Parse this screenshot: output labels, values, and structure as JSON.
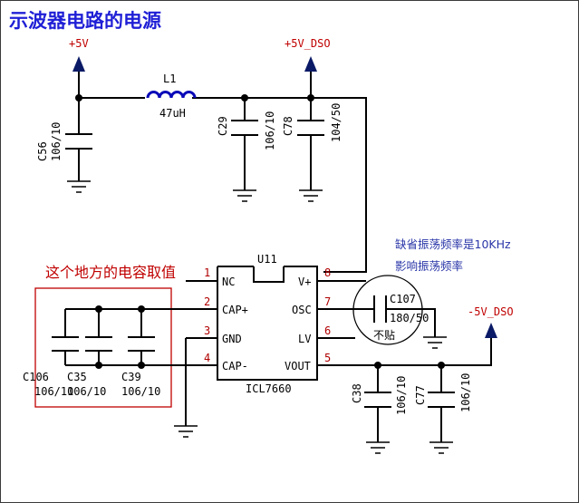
{
  "title": "示波器电路的电源",
  "notes": {
    "default_freq_line1": "缺省振荡频率是10KHz",
    "default_freq_line2": "影响振荡频率",
    "cap_note": "这个地方的电容取值"
  },
  "power": {
    "vcc_in": "+5V",
    "vcc_dso": "+5V_DSO",
    "vneg_dso": "-5V_DSO"
  },
  "inductor": {
    "ref": "L1",
    "value": "47uH"
  },
  "capacitors": {
    "c56": {
      "ref": "C56",
      "value": "106/10"
    },
    "c29": {
      "ref": "C29",
      "value": "106/10"
    },
    "c78": {
      "ref": "C78",
      "value": "104/50"
    },
    "c107": {
      "ref": "C107",
      "value": "180/50",
      "note": "不贴"
    },
    "c38": {
      "ref": "C38",
      "value": "106/10"
    },
    "c77": {
      "ref": "C77",
      "value": "106/10"
    },
    "c106": {
      "ref": "C106",
      "value": "106/10"
    },
    "c35": {
      "ref": "C35",
      "value": "106/10"
    },
    "c39": {
      "ref": "C39",
      "value": "106/10"
    }
  },
  "ic": {
    "ref": "U11",
    "part": "ICL7660",
    "pins": [
      {
        "num": "1",
        "name": "NC"
      },
      {
        "num": "2",
        "name": "CAP+"
      },
      {
        "num": "3",
        "name": "GND"
      },
      {
        "num": "4",
        "name": "CAP-"
      },
      {
        "num": "8",
        "name": "V+"
      },
      {
        "num": "7",
        "name": "OSC"
      },
      {
        "num": "6",
        "name": "LV"
      },
      {
        "num": "5",
        "name": "VOUT"
      }
    ]
  },
  "colors": {
    "title": "#1f1fd6",
    "pin_numbers": "#b00000",
    "net_labels": "#c00000",
    "note_blue": "#2a36a8",
    "note_red": "#c00000",
    "inductor_coil": "#0a0ab8",
    "power_arrow": "#0a1a66"
  }
}
